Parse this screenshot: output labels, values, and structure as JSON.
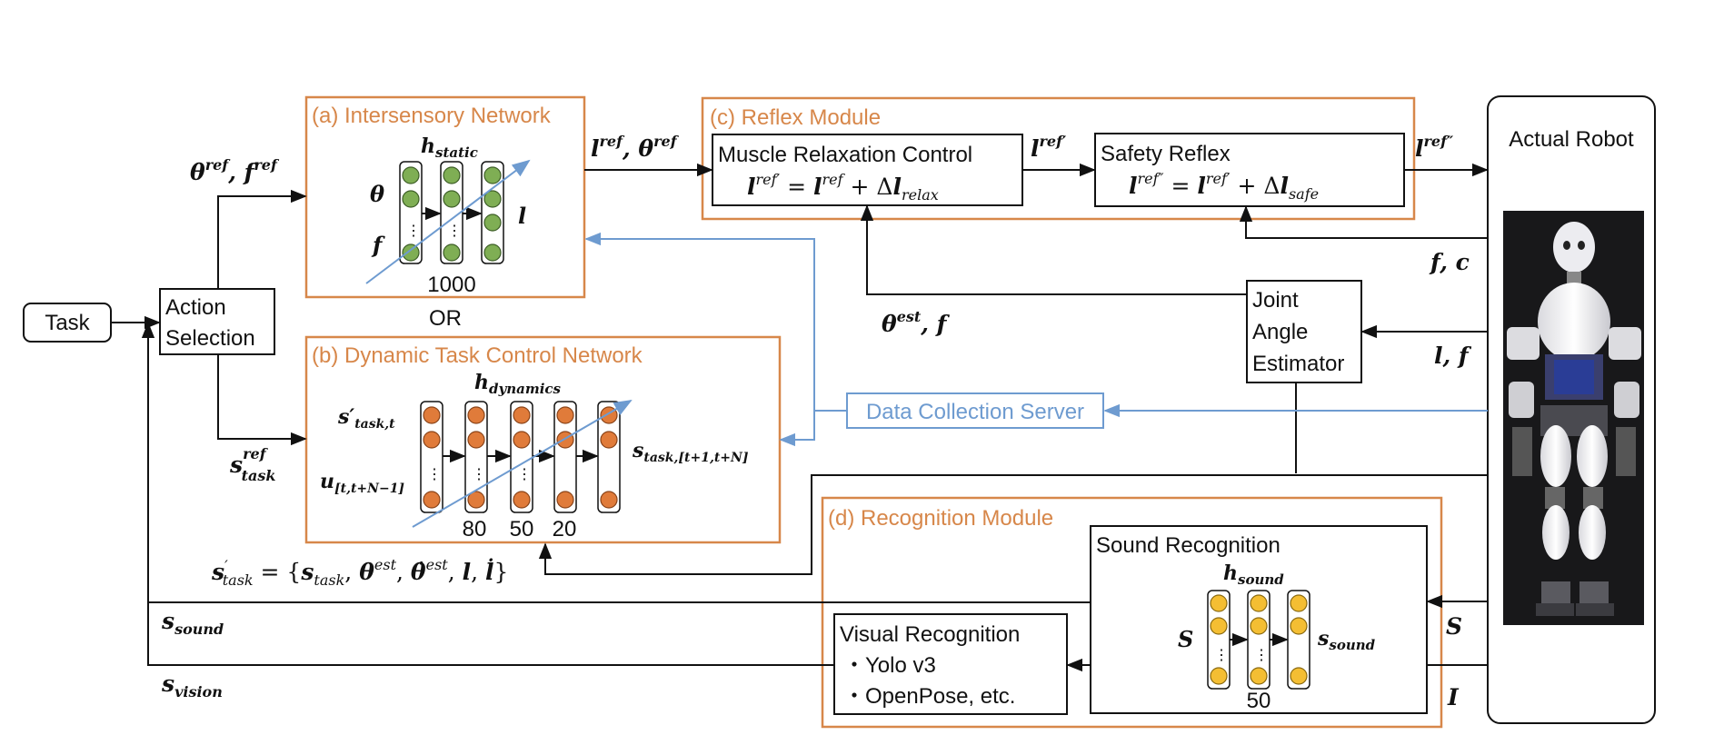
{
  "task_label": "Task",
  "action_selection": [
    "Action",
    "Selection"
  ],
  "or_label": "OR",
  "intersensory": {
    "title": "(a) Intersensory Network",
    "hidden_label": "h",
    "hidden_sub": "static",
    "input_theta": "θ",
    "input_f": "f",
    "output_l": "l",
    "units": "1000"
  },
  "dynamic": {
    "title": "(b) Dynamic Task Control Network",
    "hidden_label": "h",
    "hidden_sub": "dynamics",
    "input_s": "s′",
    "input_s_sub": "task,t",
    "input_u": "u",
    "input_u_sub": "[t,t+N−1]",
    "output_s": "s",
    "output_s_sub": "task,[t+1,t+N]",
    "units": [
      "80",
      "50",
      "20"
    ]
  },
  "reflex": {
    "title": "(c) Reflex Module",
    "muscle_title": "Muscle Relaxation Control",
    "muscle_eq": "l^ref′ = l^ref + Δl_relax",
    "safety_title": "Safety Reflex",
    "safety_eq": "l^ref″ = l^ref′ + Δl_safe"
  },
  "recognition": {
    "title": "(d) Recognition Module",
    "sound_title": "Sound Recognition",
    "hidden_label": "h",
    "hidden_sub": "sound",
    "input_S": "S",
    "output": "s",
    "output_sub": "sound",
    "units": "50",
    "visual_title": "Visual Recognition",
    "visual_items": [
      "・Yolo v3",
      "・OpenPose, etc."
    ]
  },
  "data_server": "Data Collection Server",
  "joint_estimator": [
    "Joint",
    "Angle",
    "Estimator"
  ],
  "actual_robot": "Actual Robot",
  "signals": {
    "theta_f_ref": "θ^ref, f^ref",
    "s_task_ref": "s^ref_task",
    "l_theta_ref": "l^ref, θ^ref",
    "l_ref_prime": "l^ref′",
    "l_ref_dprime": "l^ref″",
    "f_c": "f, c",
    "theta_est_f": "θ^est, f",
    "l_f": "l, f",
    "S": "S",
    "I": "I",
    "s_sound": "s_sound",
    "s_vision": "s_vision",
    "s_task_prime_eq": "s′_task = {s_task, θ^est, θ̇^est, l, l̇}"
  },
  "colors": {
    "module_border": "#D7874A",
    "data_flow": "#6E9BD0",
    "neuron_a": "#7FAE54",
    "neuron_b": "#E07B3A",
    "neuron_d": "#F4BE33"
  }
}
